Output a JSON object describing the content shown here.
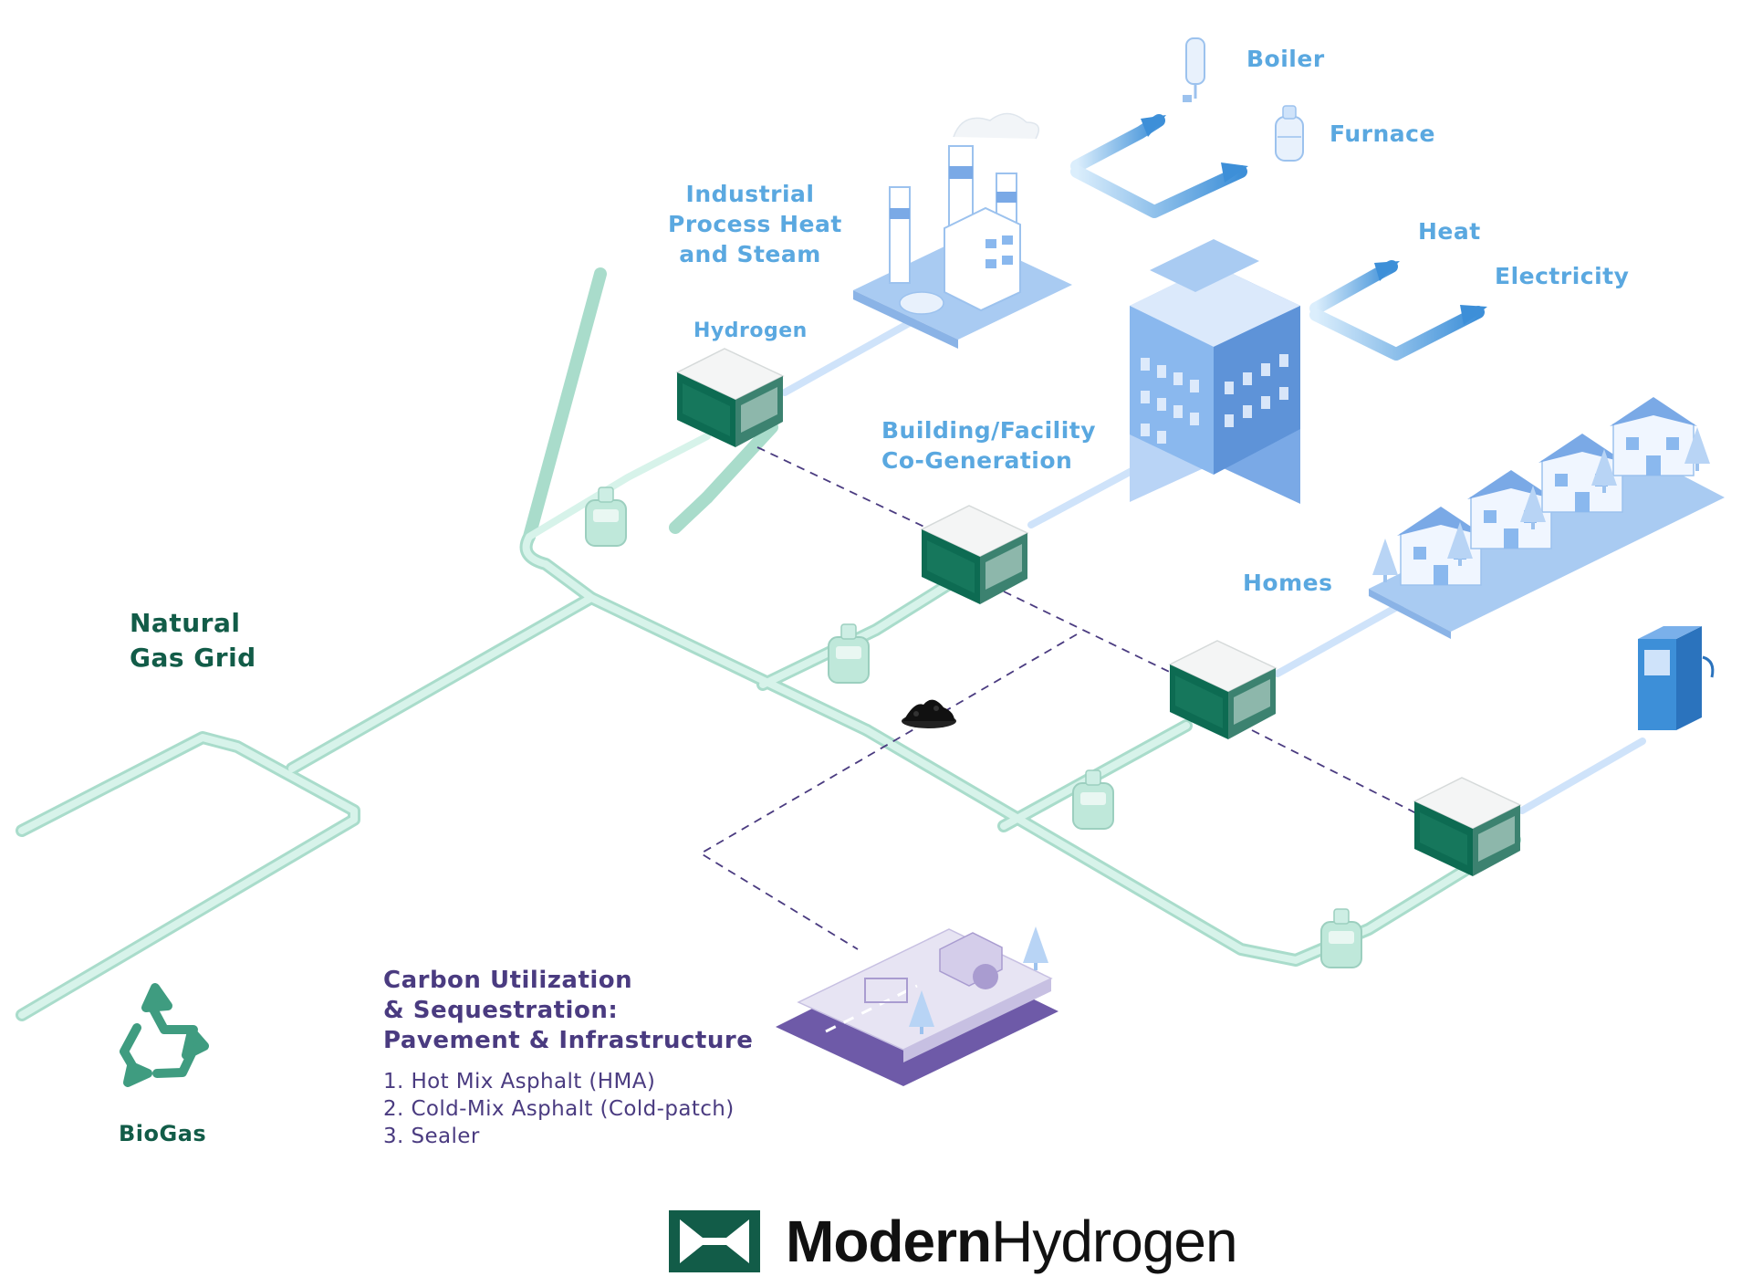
{
  "labels": {
    "boiler": "Boiler",
    "furnace": "Furnace",
    "industrial": [
      "Industrial",
      "Process Heat",
      "and Steam"
    ],
    "hydrogen": "Hydrogen",
    "building": [
      "Building/Facility",
      "Co-Generation"
    ],
    "heat": "Heat",
    "electricity": "Electricity",
    "homes": "Homes",
    "natural_gas_grid": [
      "Natural",
      "Gas Grid"
    ],
    "biogas": "BioGas"
  },
  "carbon": {
    "title": [
      "Carbon Utilization",
      "& Sequestration:",
      "Pavement & Infrastructure"
    ],
    "items": [
      "1.  Hot Mix Asphalt (HMA)",
      "2.  Cold-Mix Asphalt (Cold-patch)",
      "3.  Sealer"
    ]
  },
  "brand": {
    "bold": "Modern",
    "regular": "Hydrogen"
  },
  "colors": {
    "pipe": "#cdeee4",
    "pipe_edge": "#a9dccb",
    "blue_label": "#5aa8e0",
    "green_label": "#125c48",
    "purple": "#4a3b80",
    "unit_dark": "#0d6b52",
    "blue_pipe": "#d6e8fb",
    "building_blue": "#8ab8ee"
  }
}
